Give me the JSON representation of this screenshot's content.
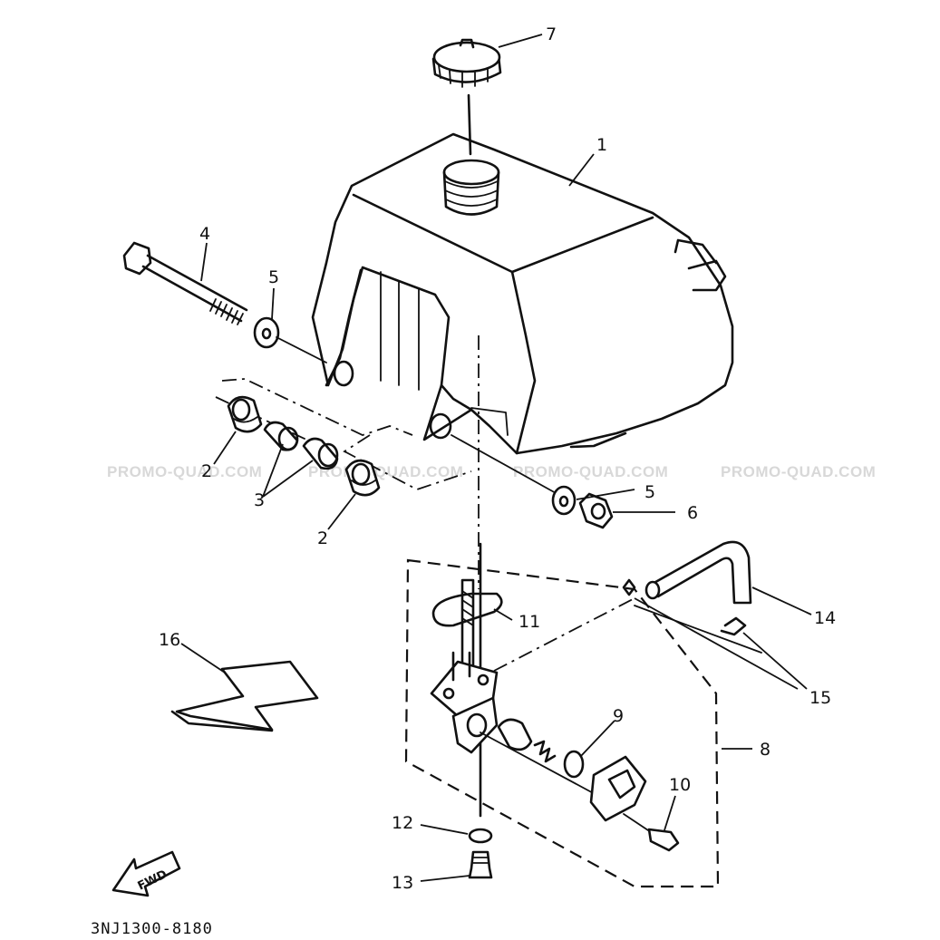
{
  "drawing_code": "3NJ1300-8180",
  "watermark": "PROMO-QUAD.COM",
  "fwd_label": "FWD",
  "callouts": {
    "c1": "1",
    "c2a": "2",
    "c2b": "2",
    "c3": "3",
    "c4": "4",
    "c5a": "5",
    "c5b": "5",
    "c6": "6",
    "c7": "7",
    "c8": "8",
    "c9": "9",
    "c10": "10",
    "c11": "11",
    "c12": "12",
    "c13": "13",
    "c14": "14",
    "c15": "15",
    "c16": "16"
  }
}
